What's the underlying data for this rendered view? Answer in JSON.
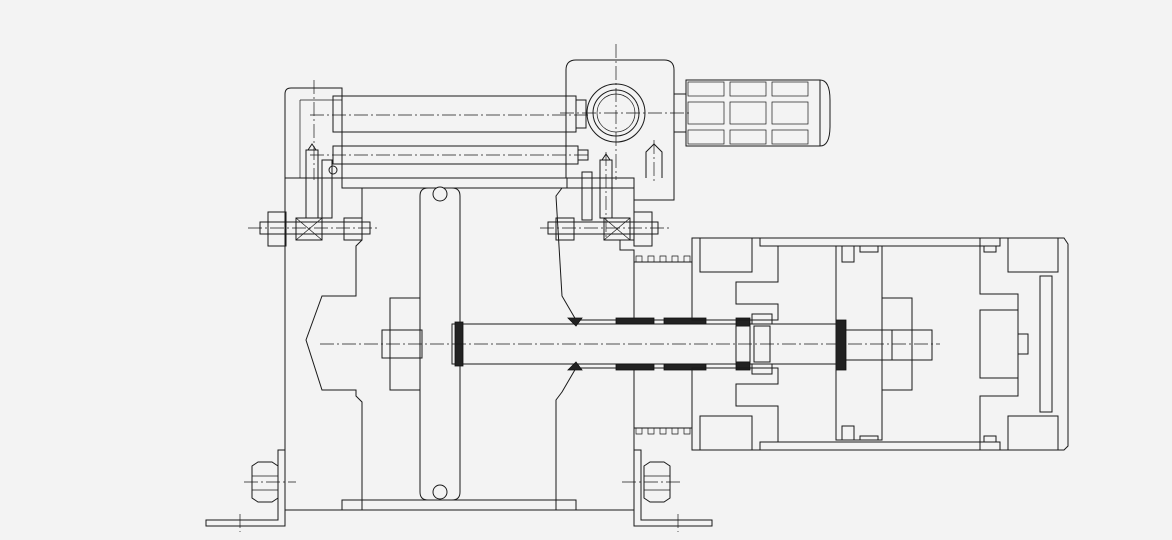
{
  "drawing": {
    "background": "#f3f3f3",
    "line_color": "#1a1a1a",
    "parts": [
      "left-housing-flange",
      "gear-reducer-housing",
      "electric-motor",
      "center-piston-disc",
      "right-housing-flange",
      "main-shaft",
      "threaded-shaft-end",
      "cylinder-assembly",
      "mounting-bracket-left",
      "mounting-bracket-right",
      "hex-nut-left",
      "hex-nut-right",
      "bolt-left",
      "bolt-right",
      "seal-rings"
    ]
  }
}
